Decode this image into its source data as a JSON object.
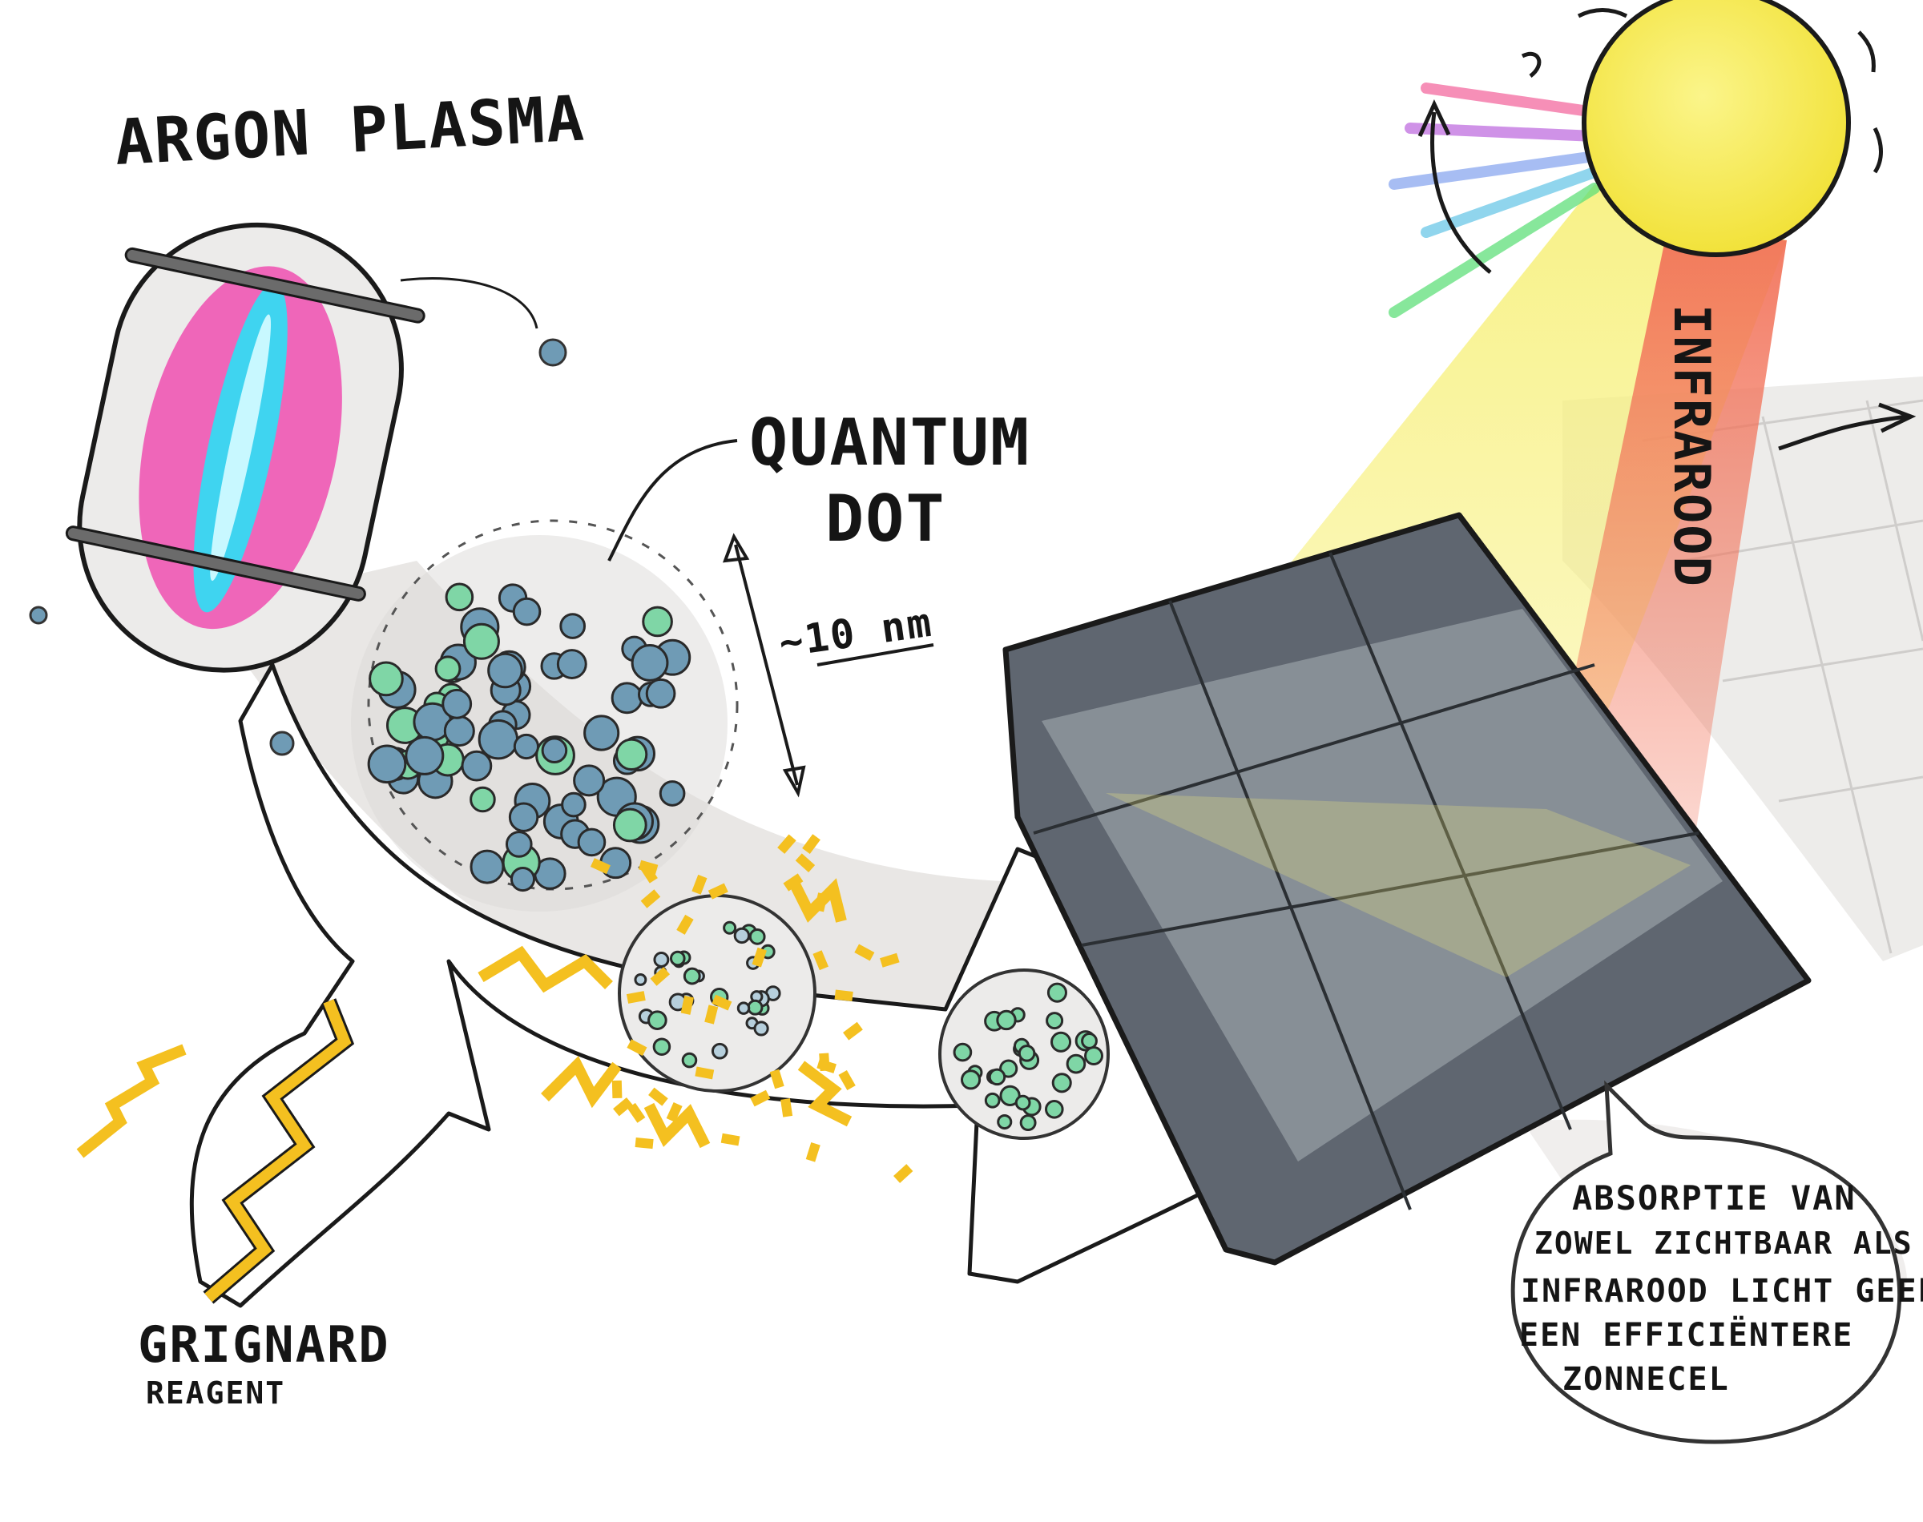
{
  "labels": {
    "argon_plasma": "ARGON PLASMA",
    "quantum_dot_line1": "QUANTUM",
    "quantum_dot_line2": "DOT",
    "size": "~10 nm",
    "infrared_beam": "INFRAROOD",
    "grignard": "GRIGNARD",
    "reagent": "REAGENT"
  },
  "speech_bubble": {
    "lines": [
      "ABSORPTIE VAN",
      "ZOWEL ZICHTBAAR ALS",
      "INFRAROOD LICHT GEEFT",
      "EEN EFFICIËNTERE",
      "ZONNECEL"
    ]
  },
  "colors": {
    "plasma_pink": "#f03aa8",
    "plasma_cyan": "#3fd4f0",
    "dot_blue": "#6f9bb5",
    "dot_green": "#7fd6a6",
    "spark_yellow": "#f4c020",
    "sun_yellow": "#f7ee50",
    "infrared_red": "#f2735a",
    "panel_grey": "#5f6670",
    "shadow_grey": "#e6e4e2"
  }
}
